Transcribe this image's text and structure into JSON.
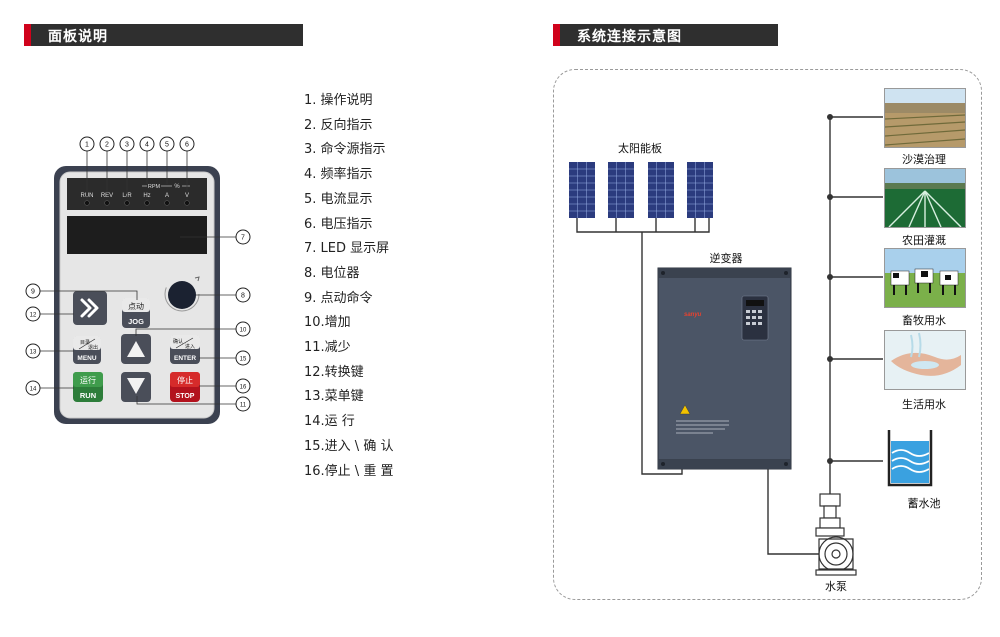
{
  "headers": {
    "left": "面板说明",
    "right": "系统连接示意图"
  },
  "panel": {
    "callouts": [
      "1",
      "2",
      "3",
      "4",
      "5",
      "6",
      "7",
      "8",
      "9",
      "10",
      "11",
      "12",
      "13",
      "14",
      "15",
      "16"
    ],
    "indicators": [
      "RUN",
      "REV",
      "L/R",
      "Hz",
      "A",
      "V"
    ],
    "rpm_label": "RPM",
    "percent_label": "%",
    "keys": {
      "jog_cn": "点动",
      "jog_en": "JOG",
      "menu_cn_a": "目录",
      "menu_cn_b": "退出",
      "menu_en": "MENU",
      "enter_cn_a": "确认",
      "enter_cn_b": "进入",
      "enter_en": "ENTER",
      "run_cn": "运行",
      "run_en": "RUN",
      "stop_cn": "停止",
      "stop_en": "STOP"
    }
  },
  "legend_items": [
    "1.  操作说明",
    "2.  反向指示",
    "3.  命令源指示",
    "4.  频率指示",
    "5.  电流显示",
    "6.  电压指示",
    "7.  LED 显示屏",
    "8.  电位器",
    "9.  点动命令",
    "10.增加",
    "11.减少",
    "12.转换键",
    "13.菜单键",
    "14.运 行",
    "15.进入 \\ 确 认",
    "16.停止 \\ 重 置"
  ],
  "diagram": {
    "solar_label": "太阳能板",
    "inverter_label": "逆变器",
    "inverter_brand": "sanyu",
    "pump_label": "水泵",
    "applications": [
      "沙漠治理",
      "农田灌溉",
      "畜牧用水",
      "生活用水",
      "蓄水池"
    ]
  }
}
